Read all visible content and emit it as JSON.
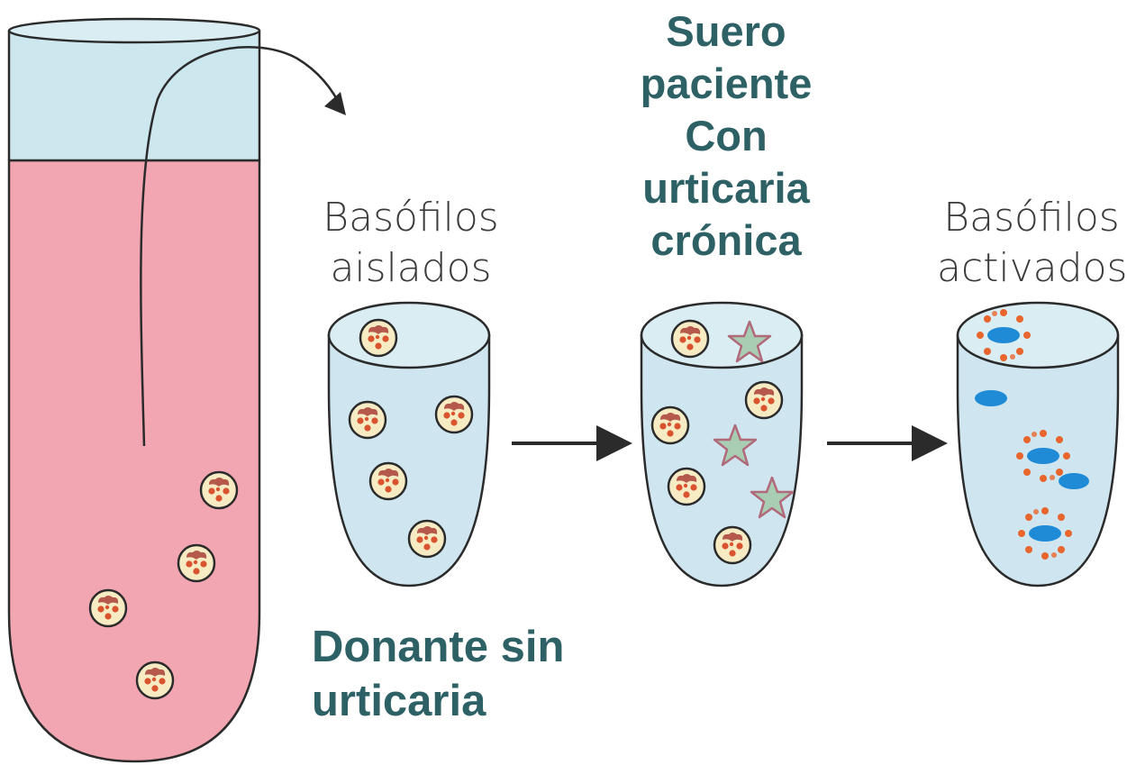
{
  "labels": {
    "isolated": [
      "Basófilos",
      "aislados"
    ],
    "serum": [
      "Suero",
      "paciente",
      "Con",
      "urticaria",
      "crónica"
    ],
    "activated": [
      "Basófilos",
      "activados"
    ],
    "donor": [
      "Donante sin",
      "urticaria"
    ]
  },
  "colors": {
    "plasma": "#cde7ef",
    "blood": "#f2a6b2",
    "well_fill": "#cfe6f0",
    "outline": "#2b2b2b",
    "bold_text": "#2e6166",
    "cell_fill": "#f7ebc4",
    "granule": "#d9532f",
    "nucleus": "#b55a4a",
    "star_fill": "#a8cdb3",
    "star_stroke": "#b06a7a",
    "receptor_blue": "#1f8bd6",
    "degranulation_dot": "#e8662d"
  },
  "icons": [
    "blood-tube-icon",
    "basophil-cell-icon",
    "serum-autoantibody-star-icon",
    "activated-basophil-icon",
    "arrow-icon"
  ]
}
